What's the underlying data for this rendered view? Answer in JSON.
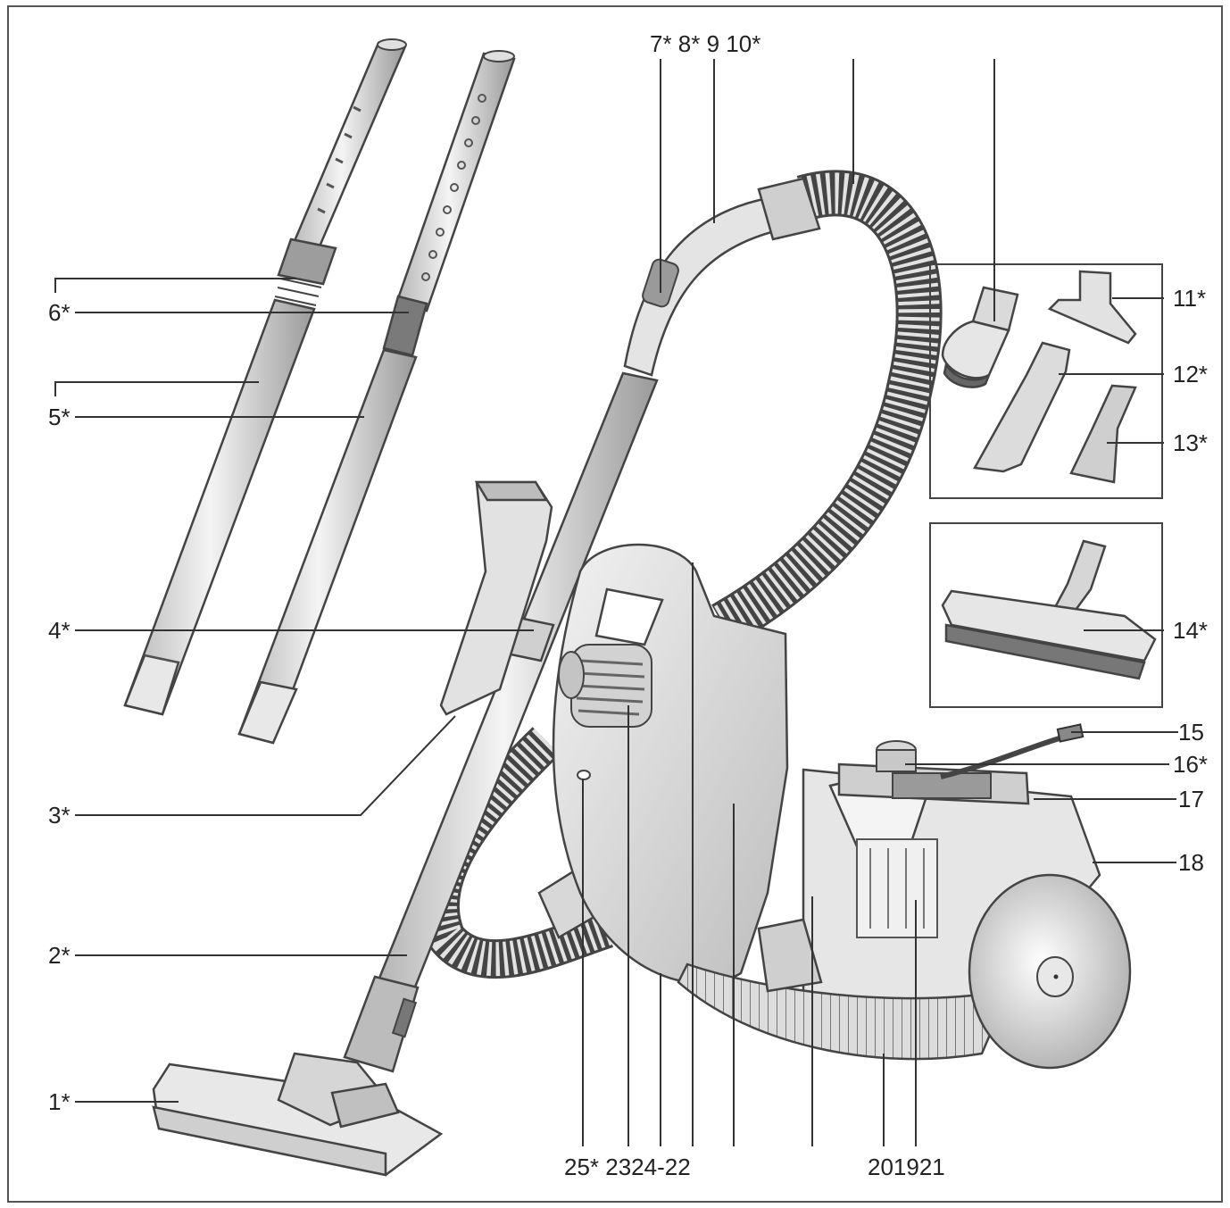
{
  "diagram": {
    "labels": {
      "l1": "1*",
      "l2": "2*",
      "l3": "3*",
      "l4": "4*",
      "l5": "5*",
      "l6": "6*",
      "top": "7* 8* 9 10*",
      "l11": "11*",
      "l12": "12*",
      "l13": "13*",
      "l14": "14*",
      "l15": "15",
      "l16": "16*",
      "l17": "17",
      "l18": "18",
      "bottom_left": "25* 2324-22",
      "bottom_right": "201921"
    },
    "colors": {
      "ink": "#444444",
      "light_fill": "#e6e6e6",
      "mid_fill": "#c8c8c8",
      "dark_fill": "#8a8a8a"
    }
  }
}
